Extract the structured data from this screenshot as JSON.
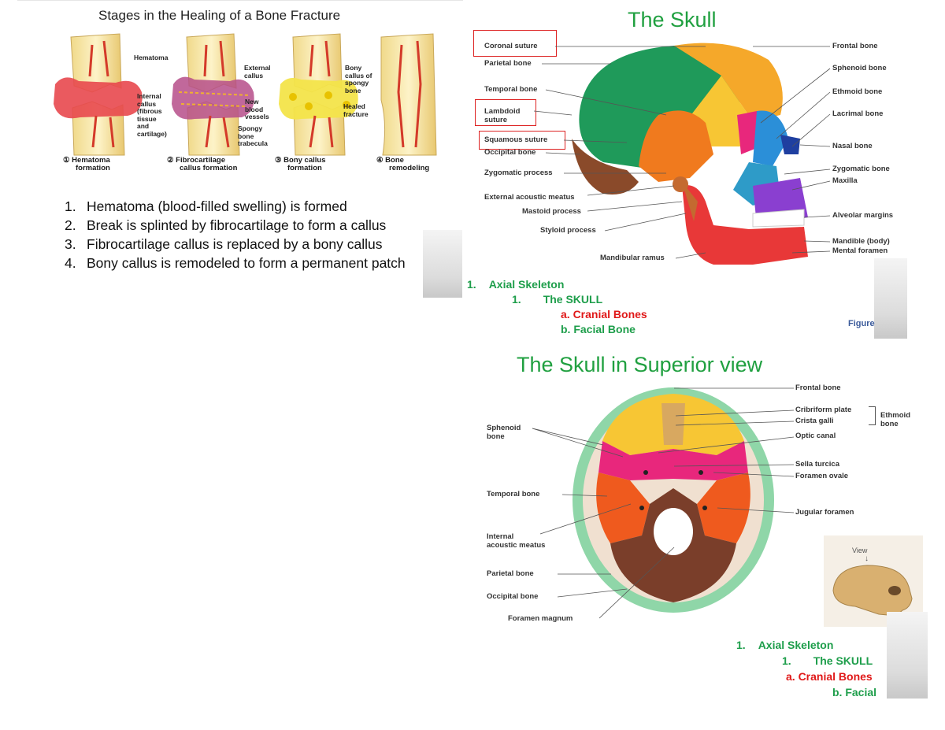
{
  "fracture": {
    "title": "Stages in the Healing of a Bone Fracture",
    "labels": {
      "hematoma": "Hematoma",
      "internal_callus": [
        "Internal",
        "callus",
        "(fibrous",
        "tissue",
        "and",
        "cartilage)"
      ],
      "external_callus": [
        "External",
        "callus"
      ],
      "new_vessels": [
        "New",
        "blood",
        "vessels"
      ],
      "spongy_trabecula": [
        "Spongy",
        "bone",
        "trabecula"
      ],
      "bony_callus": [
        "Bony",
        "callus of",
        "spongy",
        "bone"
      ],
      "healed_fracture": [
        "Healed",
        "fracture"
      ]
    },
    "stages": [
      {
        "num": "①",
        "line1": "Hematoma",
        "line2": "formation"
      },
      {
        "num": "②",
        "line1": "Fibrocartilage",
        "line2": "callus formation"
      },
      {
        "num": "③",
        "line1": "Bony callus",
        "line2": "formation"
      },
      {
        "num": "④",
        "line1": "Bone",
        "line2": "remodeling"
      }
    ],
    "steps": [
      {
        "num": "1.",
        "text": "Hematoma (blood-filled swelling) is formed"
      },
      {
        "num": "2.",
        "text": "Break is splinted by fibrocartilage to form a callus"
      },
      {
        "num": "3.",
        "text": "Fibrocartilage callus is replaced by a bony callus"
      },
      {
        "num": "4.",
        "text": "Bony callus is remodeled to form a permanent patch"
      }
    ]
  },
  "skull_lateral": {
    "title": "The Skull",
    "left_labels": {
      "coronal": "Coronal suture",
      "parietal": "Parietal bone",
      "temporal": "Temporal bone",
      "lambdoid_1": "Lambdoid",
      "lambdoid_2": "suture",
      "squamous": "Squamous suture",
      "occipital": "Occipital bone",
      "zygomatic_process": "Zygomatic process",
      "ext_acoustic": "External acoustic meatus",
      "mastoid": "Mastoid process",
      "styloid": "Styloid process",
      "mandibular_ramus": "Mandibular ramus"
    },
    "right_labels": {
      "frontal": "Frontal bone",
      "sphenoid": "Sphenoid bone",
      "ethmoid": "Ethmoid bone",
      "lacrimal": "Lacrimal bone",
      "nasal": "Nasal bone",
      "zygomatic": "Zygomatic bone",
      "maxilla": "Maxilla",
      "alveolar": "Alveolar margins",
      "mandible": "Mandible (body)",
      "mental": "Mental foramen"
    },
    "figure_label": "Figure",
    "outline": {
      "l1_num": "1.",
      "l1_text": "Axial Skeleton",
      "l2_num": "1.",
      "l2_text": "The SKULL",
      "a": "a. Cranial Bones",
      "b": "b. Facial Bone"
    }
  },
  "skull_superior": {
    "title": "The Skull in Superior view",
    "labels": {
      "frontal": "Frontal bone",
      "cribriform": "Cribriform plate",
      "crista": "Crista galli",
      "ethmoid_1": "Ethmoid",
      "ethmoid_2": "bone",
      "sphenoid_1": "Sphenoid",
      "sphenoid_2": "bone",
      "optic": "Optic canal",
      "sella": "Sella turcica",
      "ovale": "Foramen ovale",
      "temporal": "Temporal bone",
      "jugular": "Jugular foramen",
      "internal_1": "Internal",
      "internal_2": "acoustic meatus",
      "parietal": "Parietal bone",
      "occipital": "Occipital bone",
      "magnum": "Foramen magnum",
      "view": "View"
    },
    "outline": {
      "l1_num": "1.",
      "l1_text": "Axial Skeleton",
      "l2_num": "1.",
      "l2_text": "The SKULL",
      "a": "a. Cranial Bones",
      "b": "b. Facial"
    }
  },
  "colors": {
    "title_green": "#20a040",
    "outline_green": "#1e9e4b",
    "outline_red": "#e01818",
    "highlight_box": "#d22222"
  }
}
